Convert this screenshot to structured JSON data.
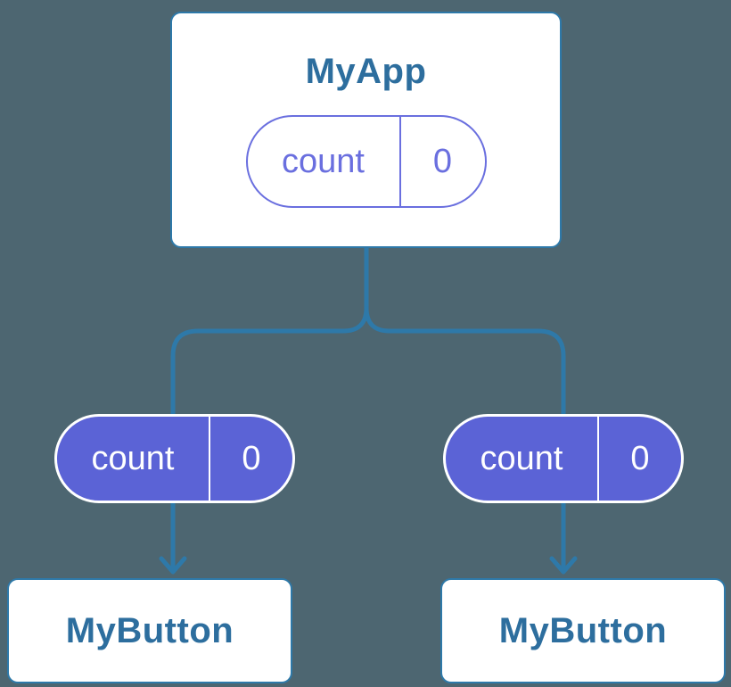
{
  "diagram": {
    "description": "component-state-tree",
    "root": {
      "title": "MyApp",
      "state": {
        "label": "count",
        "value": "0"
      }
    },
    "children": [
      {
        "title": "MyButton",
        "state": {
          "label": "count",
          "value": "0"
        }
      },
      {
        "title": "MyButton",
        "state": {
          "label": "count",
          "value": "0"
        }
      }
    ],
    "colors": {
      "background": "#4D6671",
      "line": "#2E79A9",
      "card_border": "#2E79A9",
      "card_text": "#2D6E9E",
      "state_outline": "#6A6FDF",
      "state_fill": "#5B63D6",
      "state_text_on_fill": "#FFFFFF",
      "card_bg": "#FFFFFF"
    }
  }
}
